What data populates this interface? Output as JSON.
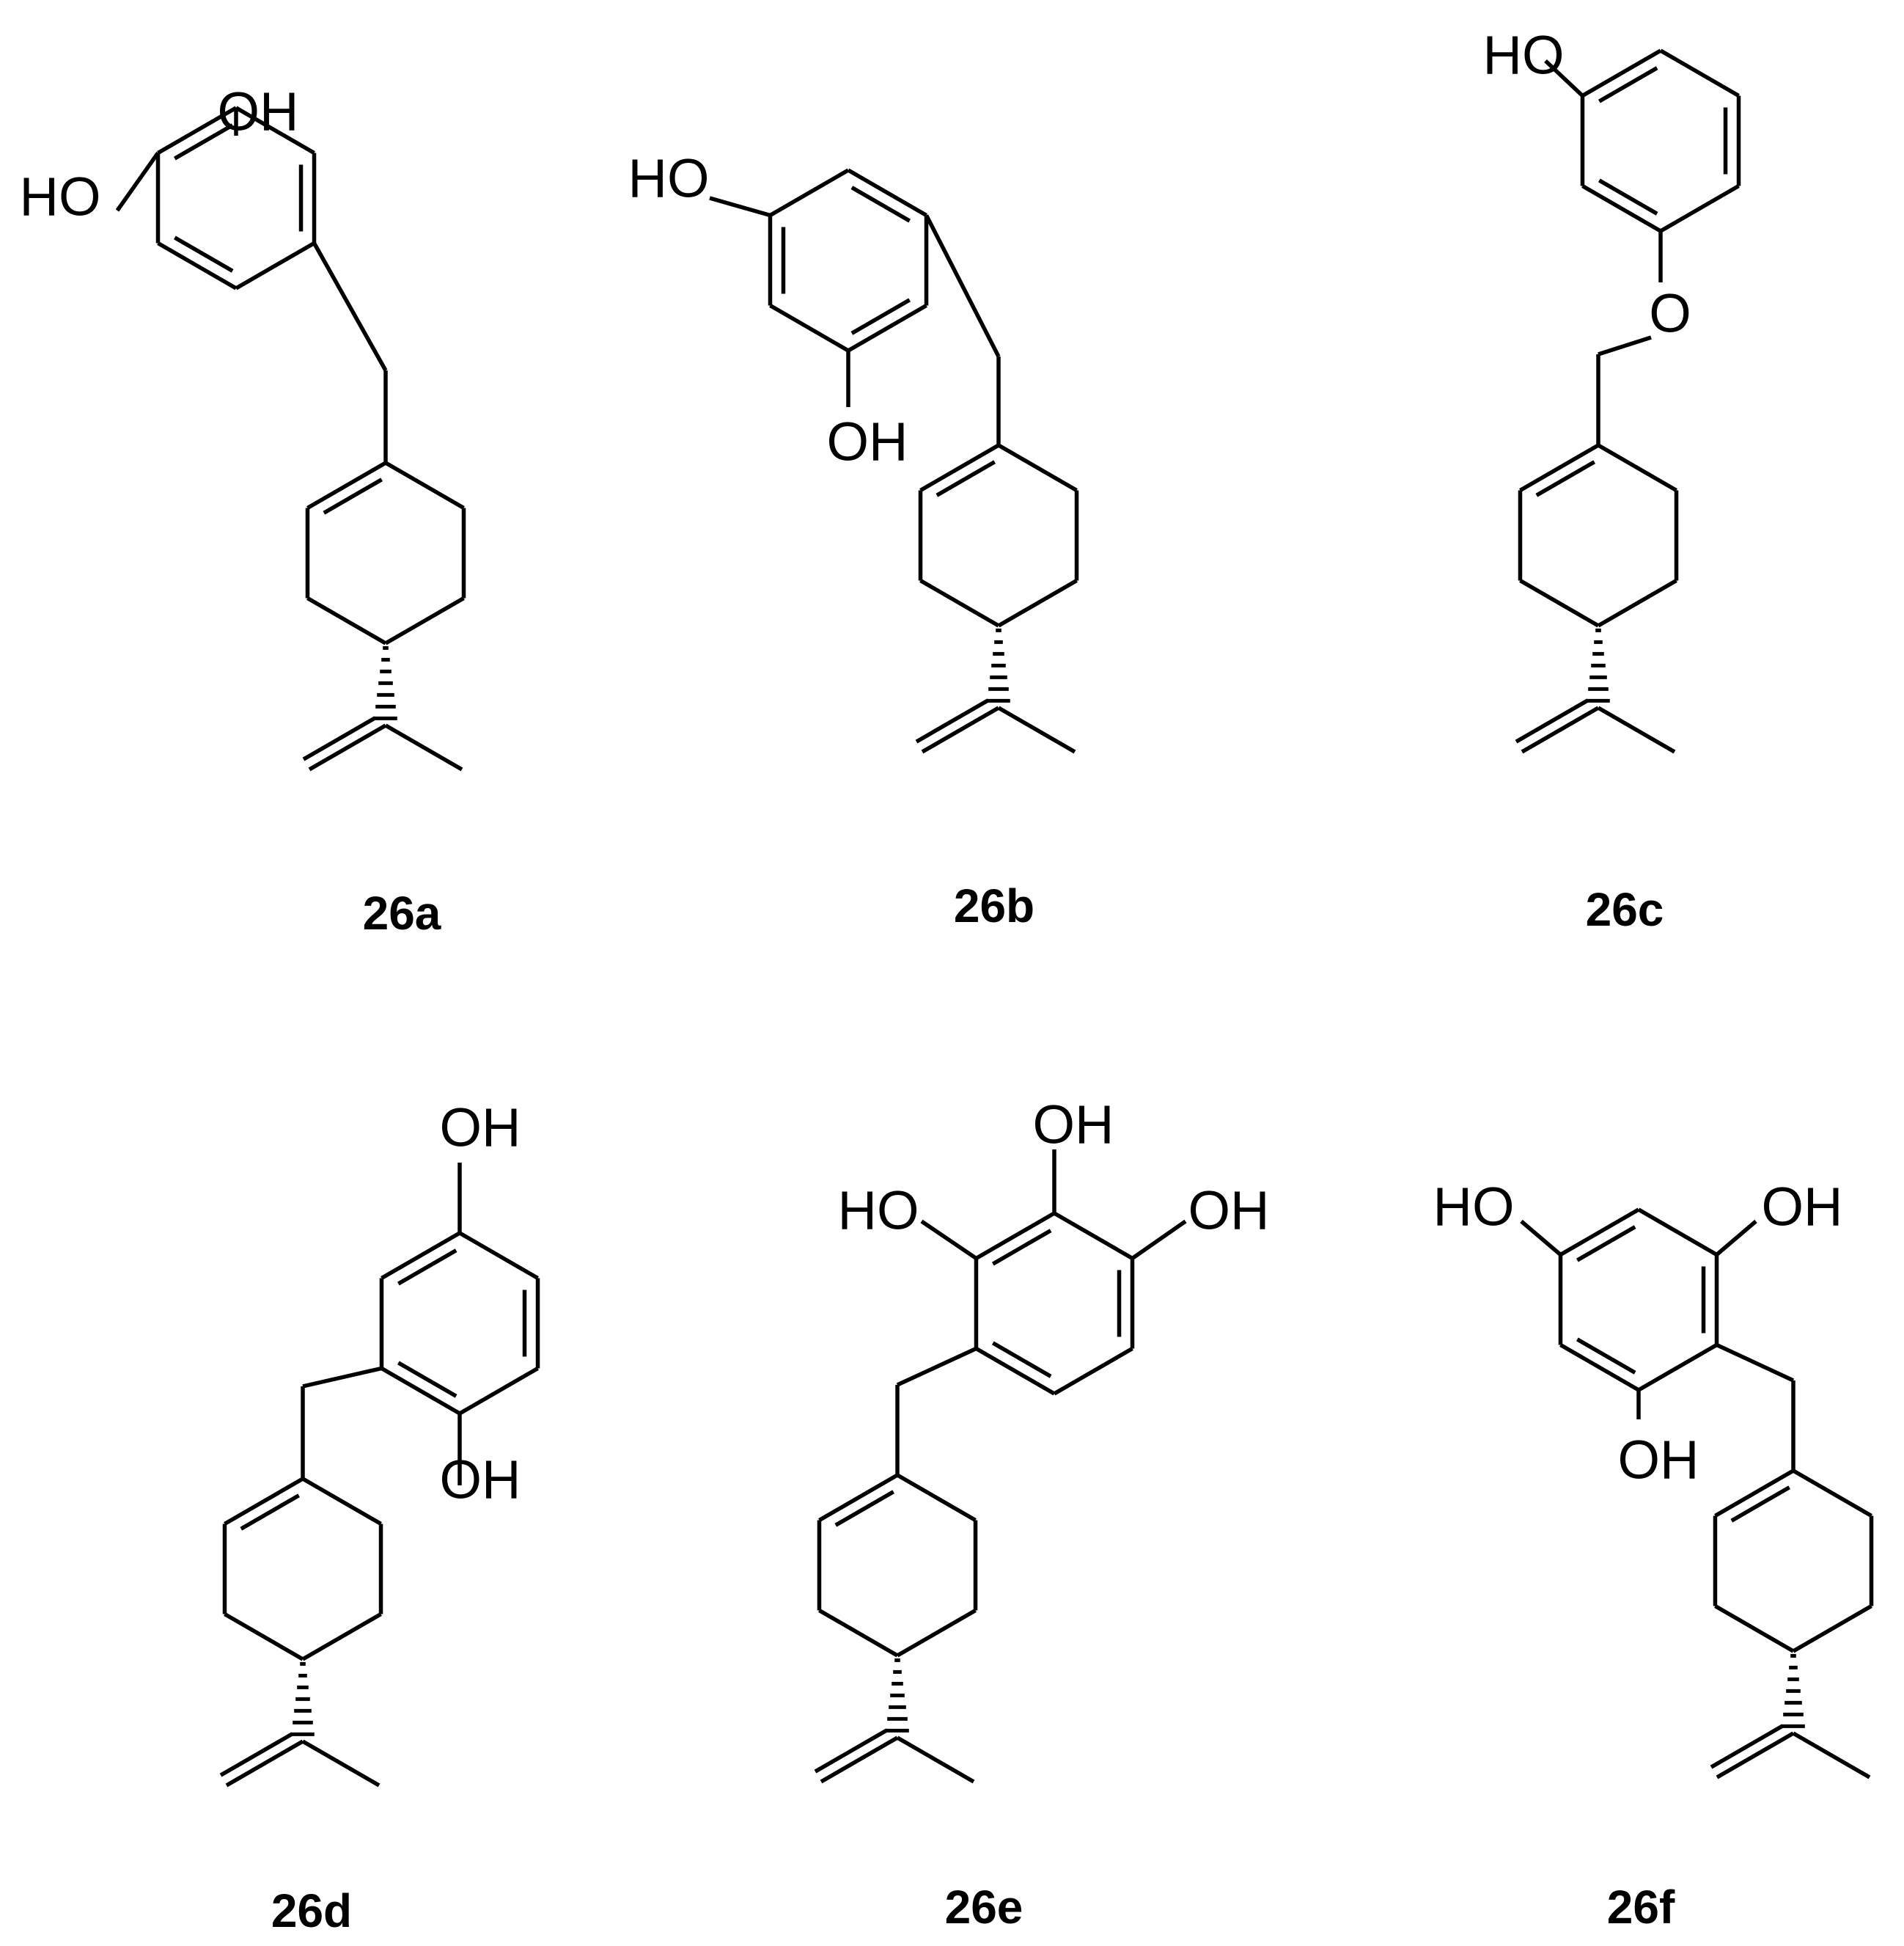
{
  "figure": {
    "compounds": [
      {
        "id": "26a",
        "label": "26a",
        "atoms": [
          "OH",
          "HO"
        ]
      },
      {
        "id": "26b",
        "label": "26b",
        "atoms": [
          "HO",
          "OH"
        ]
      },
      {
        "id": "26c",
        "label": "26c",
        "atoms": [
          "HO",
          "O"
        ]
      },
      {
        "id": "26d",
        "label": "26d",
        "atoms": [
          "OH",
          "OH"
        ]
      },
      {
        "id": "26e",
        "label": "26e",
        "atoms": [
          "OH",
          "HO",
          "OH"
        ]
      },
      {
        "id": "26f",
        "label": "26f",
        "atoms": [
          "HO",
          "OH",
          "OH"
        ]
      }
    ]
  },
  "colors": {
    "ink": "#000000",
    "background": "#ffffff"
  }
}
